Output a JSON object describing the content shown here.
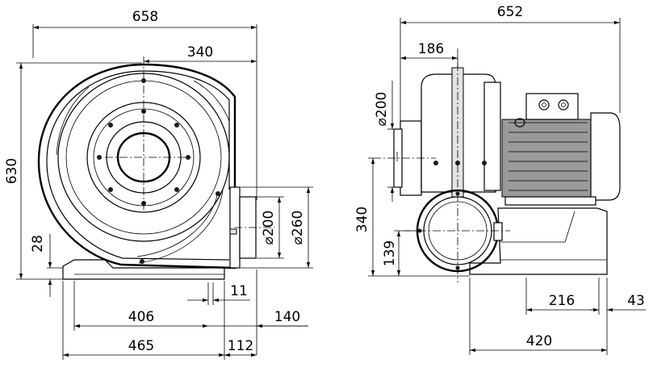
{
  "dimensions": {
    "front_view": {
      "overall_width": "658",
      "inlet_center_offset": "340",
      "overall_height": "630",
      "base_height": "28",
      "outlet_inner_diameter": "⌀200",
      "outlet_flange_diameter": "⌀260",
      "flange_thickness": "11",
      "base_hole_spacing": "406",
      "outlet_offset": "140",
      "base_length": "465",
      "outlet_projection": "112"
    },
    "side_view": {
      "overall_length": "652",
      "inlet_depth": "186",
      "inlet_diameter": "⌀200",
      "outlet_center_height": "340",
      "outlet_center_from_base": "139",
      "base_hole_spacing": "216",
      "base_edge_offset": "43",
      "base_length": "420"
    }
  }
}
